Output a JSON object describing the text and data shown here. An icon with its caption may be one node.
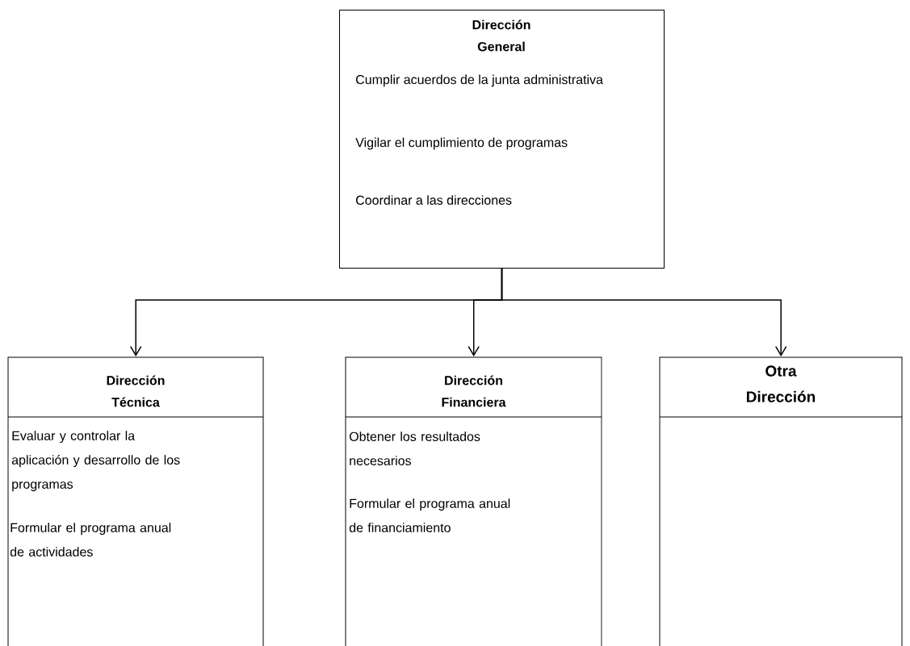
{
  "diagram": {
    "nodes": [
      {
        "text": [
          "Dirección General",
          "Cumplir acuerdos de la junta administrativa",
          "Vigilar el cumplimiento de programas",
          "Coordinar a las direcciones"
        ]
      },
      {
        "text": [
          "Dirección Técnica",
          "Evaluar y controlar la aplicación y desarrollo de los programas",
          "Formular el programa anual de actividades"
        ]
      },
      {
        "text": [
          "Dirección Financiera",
          "Obtener los resultados necesarios",
          "Formular el programa anual de financiamiento"
        ]
      },
      {
        "text": [
          "Otra Dirección"
        ]
      }
    ],
    "edges": [
      {
        "from": 0,
        "to": 1,
        "arrow": "to"
      },
      {
        "from": 0,
        "to": 2,
        "arrow": "to"
      },
      {
        "from": 0,
        "to": 3,
        "arrow": "to"
      }
    ]
  }
}
